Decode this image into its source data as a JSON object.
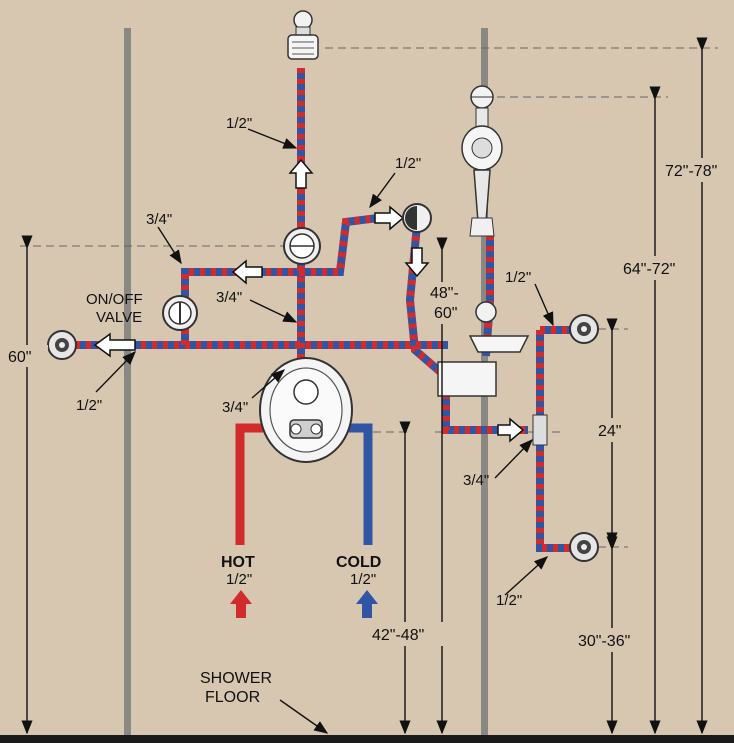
{
  "colors": {
    "background": "#d8c7b0",
    "hot": "#d22b2b",
    "cold": "#2f55a4",
    "stud": "#8a8883",
    "floor": "#1a1a1a"
  },
  "pipe_labels": {
    "top_riser": "1/2\"",
    "tub_branch": "1/2\"",
    "upper_left_branch": "3/4\"",
    "trunk": "3/4\"",
    "left_outlet": "1/2\"",
    "valve_outlet": "3/4\"",
    "body_spray_riser": "1/2\"",
    "body_spray_feed": "3/4\"",
    "body_spray_bottom": "1/2\""
  },
  "valve_label": {
    "line1": "ON/OFF",
    "line2": "VALVE"
  },
  "dimensions": {
    "left_outlet_height": "60\"",
    "shower_head_height": "72\"-78\"",
    "hand_shower_height": "64\"-72\"",
    "hand_shower_mid": {
      "line1": "48\"-",
      "line2": "60\""
    },
    "body_spray_spacing": "24\"",
    "valve_height": "42\"-48\"",
    "lower_spray_height": "30\"-36\""
  },
  "supply": {
    "hot": {
      "label": "HOT",
      "size": "1/2\""
    },
    "cold": {
      "label": "COLD",
      "size": "1/2\""
    }
  },
  "floor_label": {
    "line1": "SHOWER",
    "line2": "FLOOR"
  }
}
